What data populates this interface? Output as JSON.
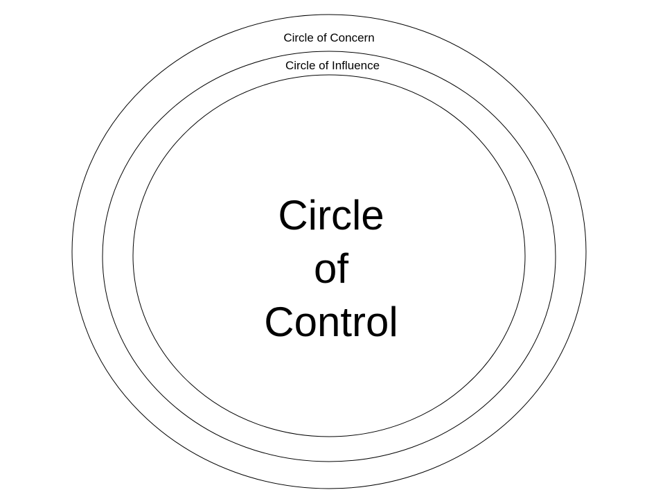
{
  "diagram": {
    "rings": [
      {
        "name": "outer",
        "label": "Circle of Concern"
      },
      {
        "name": "middle",
        "label": "Circle of Influence"
      },
      {
        "name": "inner",
        "label_lines": [
          "Circle",
          "of",
          "Control"
        ]
      }
    ],
    "colors": {
      "stroke": "#000000",
      "text": "#000000",
      "background": "#ffffff"
    }
  }
}
